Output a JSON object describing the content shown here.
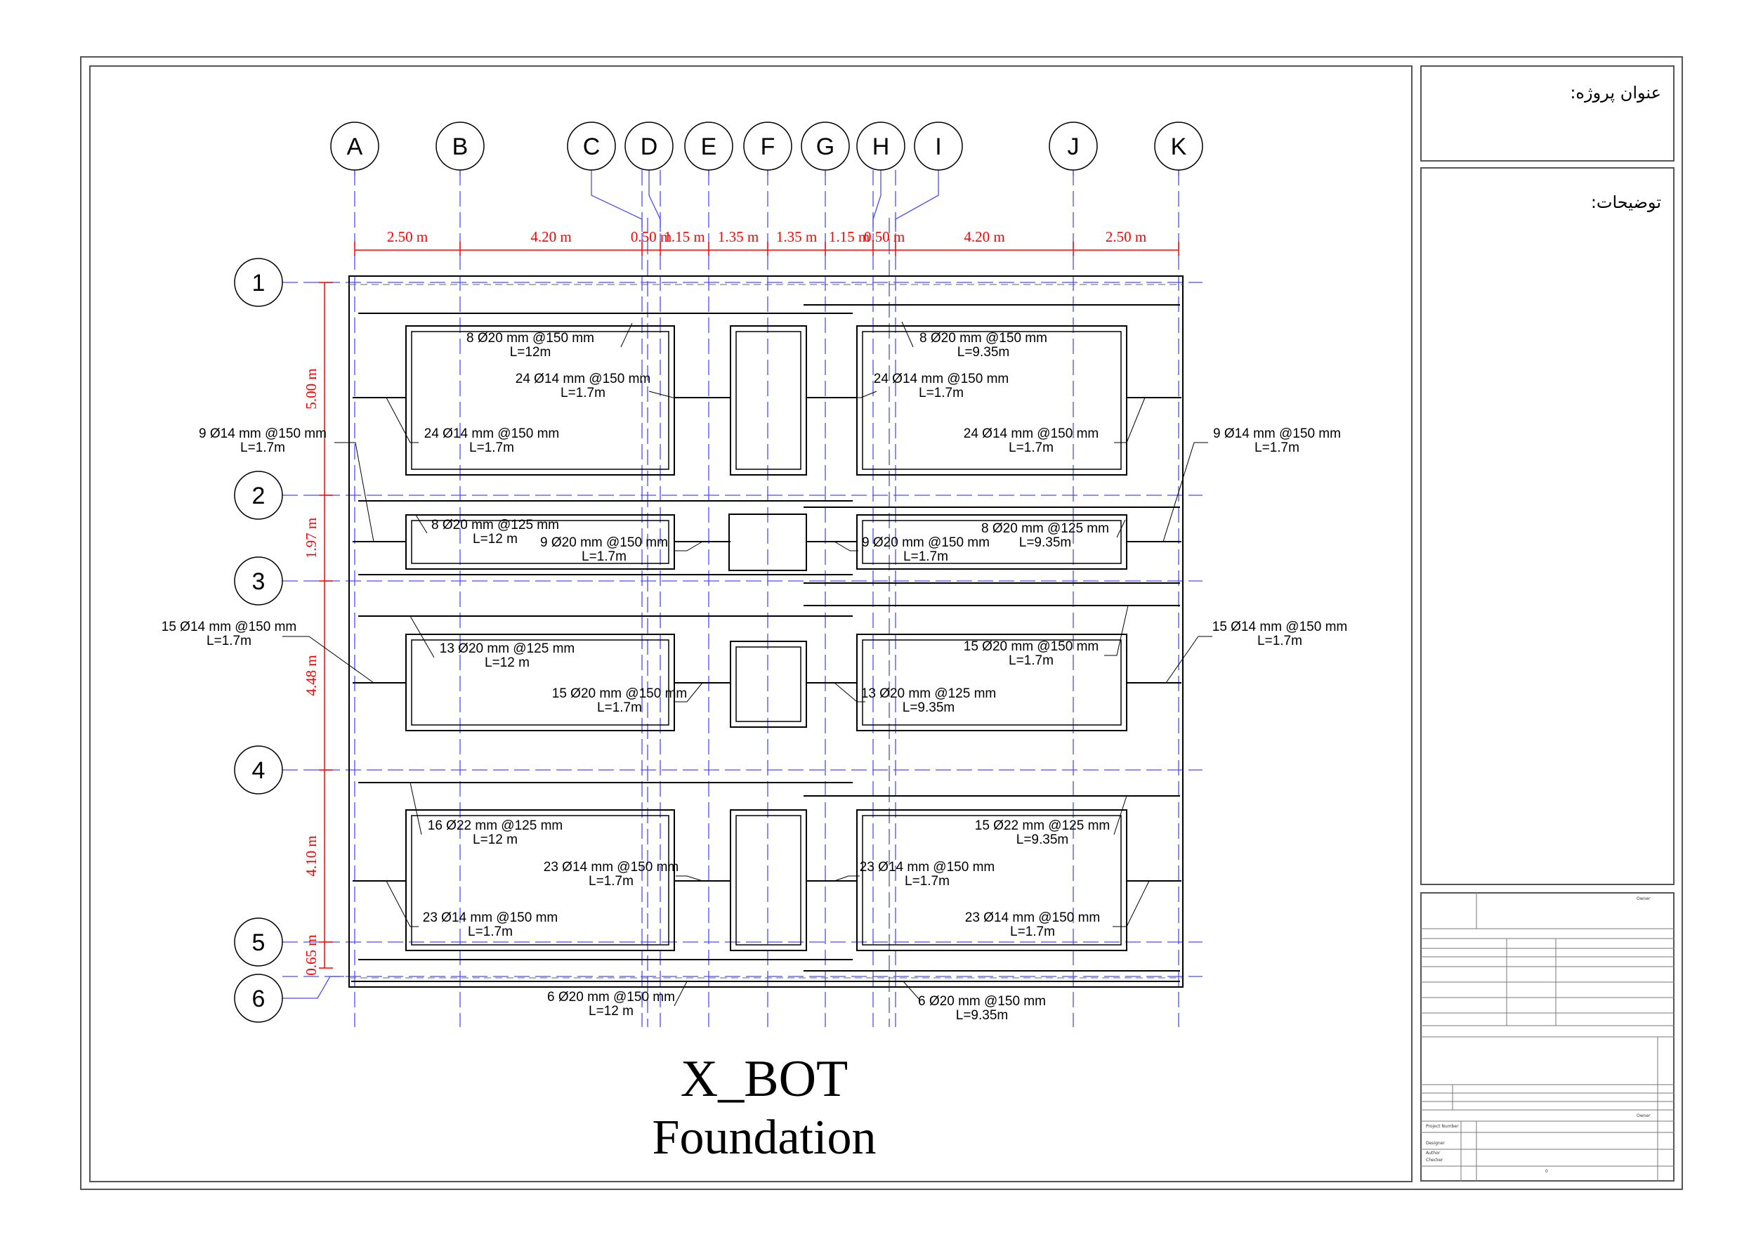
{
  "title_block": {
    "project_title_label": "عنوان پروژه:",
    "notes_label": "توضیحات:",
    "owner_value": "Owner",
    "designer_row": "Designer",
    "author_row": "Author",
    "checker_row": "Checker",
    "project_number_row": "Project Number",
    "sheet_number": "0"
  },
  "drawing": {
    "title_line1": "X_BOT",
    "title_line2": "Foundation"
  },
  "grid": {
    "columns": [
      "A",
      "B",
      "C",
      "D",
      "E",
      "F",
      "G",
      "H",
      "I",
      "J",
      "K"
    ],
    "rows": [
      "1",
      "2",
      "3",
      "4",
      "5",
      "6"
    ],
    "col_spacings": [
      "2.50 m",
      "4.20 m",
      "0.50 m",
      "1.15 m",
      "1.35 m",
      "1.35 m",
      "1.15 m",
      "0.50 m",
      "4.20 m",
      "2.50 m"
    ],
    "row_spacings": [
      "5.00 m",
      "1.97 m",
      "4.48 m",
      "4.10 m",
      "0.65 m"
    ]
  },
  "labels": [
    {
      "l1": "8 Ø20 mm @150 mm",
      "l2": "L=12m"
    },
    {
      "l1": "24 Ø14 mm @150 mm",
      "l2": "L=1.7m"
    },
    {
      "l1": "9 Ø14 mm @150 mm",
      "l2": "L=1.7m"
    },
    {
      "l1": "24 Ø14 mm @150 mm",
      "l2": "L=1.7m"
    },
    {
      "l1": "8 Ø20 mm @150 mm",
      "l2": "L=9.35m"
    },
    {
      "l1": "24 Ø14 mm @150 mm",
      "l2": "L=1.7m"
    },
    {
      "l1": "24 Ø14 mm @150 mm",
      "l2": "L=1.7m"
    },
    {
      "l1": "9 Ø14 mm @150 mm",
      "l2": "L=1.7m"
    },
    {
      "l1": "8 Ø20 mm @125 mm",
      "l2": "L=12 m"
    },
    {
      "l1": "9 Ø20 mm @150 mm",
      "l2": "L=1.7m"
    },
    {
      "l1": "9 Ø20 mm @150 mm",
      "l2": "L=1.7m"
    },
    {
      "l1": "8 Ø20 mm @125 mm",
      "l2": "L=9.35m"
    },
    {
      "l1": "15 Ø14 mm @150 mm",
      "l2": "L=1.7m"
    },
    {
      "l1": "13 Ø20 mm @125 mm",
      "l2": "L=12 m"
    },
    {
      "l1": "15 Ø20 mm @150 mm",
      "l2": "L=1.7m"
    },
    {
      "l1": "13 Ø20 mm @125 mm",
      "l2": "L=9.35m"
    },
    {
      "l1": "15 Ø20 mm @150 mm",
      "l2": "L=1.7m"
    },
    {
      "l1": "15 Ø14 mm @150 mm",
      "l2": "L=1.7m"
    },
    {
      "l1": "16 Ø22 mm @125 mm",
      "l2": "L=12 m"
    },
    {
      "l1": "23 Ø14 mm @150 mm",
      "l2": "L=1.7m"
    },
    {
      "l1": "23 Ø14 mm @150 mm",
      "l2": "L=1.7m"
    },
    {
      "l1": "15 Ø22 mm @125 mm",
      "l2": "L=9.35m"
    },
    {
      "l1": "23 Ø14 mm @150 mm",
      "l2": "L=1.7m"
    },
    {
      "l1": "23 Ø14 mm @150 mm",
      "l2": "L=1.7m"
    },
    {
      "l1": "6 Ø20 mm @150 mm",
      "l2": "L=12 m"
    },
    {
      "l1": "6 Ø20 mm @150 mm",
      "l2": "L=9.35m"
    }
  ],
  "colors": {
    "grid_line": "#4a4aff",
    "dimension": "#ff0000",
    "outline": "#000000",
    "frame": "#555555"
  }
}
